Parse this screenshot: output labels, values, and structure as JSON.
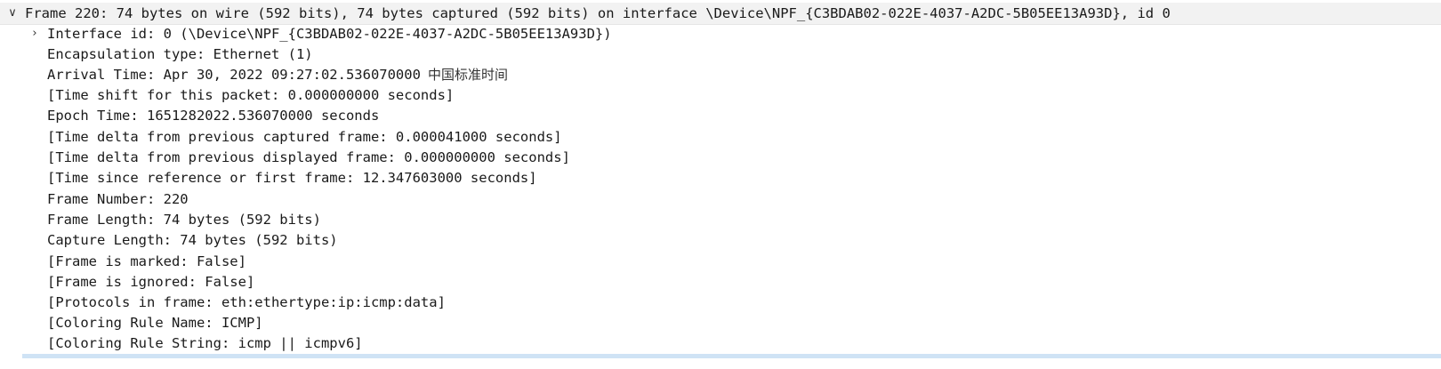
{
  "frame": {
    "header": "Frame 220: 74 bytes on wire (592 bits), 74 bytes captured (592 bits) on interface \\Device\\NPF_{C3BDAB02-022E-4037-A2DC-5B05EE13A93D}, id 0",
    "expanded_icon": "chevron-down-icon",
    "collapsed_icon": "chevron-right-icon",
    "fields": {
      "interface_id": "Interface id: 0 (\\Device\\NPF_{C3BDAB02-022E-4037-A2DC-5B05EE13A93D})",
      "encapsulation": "Encapsulation type: Ethernet (1)",
      "arrival_time": "Arrival Time: Apr 30, 2022 09:27:02.536070000",
      "arrival_tz": "中国标准时间",
      "time_shift": "[Time shift for this packet: 0.000000000 seconds]",
      "epoch_time": "Epoch Time: 1651282022.536070000 seconds",
      "delta_captured": "[Time delta from previous captured frame: 0.000041000 seconds]",
      "delta_displayed": "[Time delta from previous displayed frame: 0.000000000 seconds]",
      "time_since_ref": "[Time since reference or first frame: 12.347603000 seconds]",
      "frame_number": "Frame Number: 220",
      "frame_length": "Frame Length: 74 bytes (592 bits)",
      "capture_length": "Capture Length: 74 bytes (592 bits)",
      "marked": "[Frame is marked: False]",
      "ignored": "[Frame is ignored: False]",
      "protocols": "[Protocols in frame: eth:ethertype:ip:icmp:data]",
      "coloring_rule_name": "[Coloring Rule Name: ICMP]",
      "coloring_rule_string": "[Coloring Rule String: icmp || icmpv6]"
    }
  }
}
